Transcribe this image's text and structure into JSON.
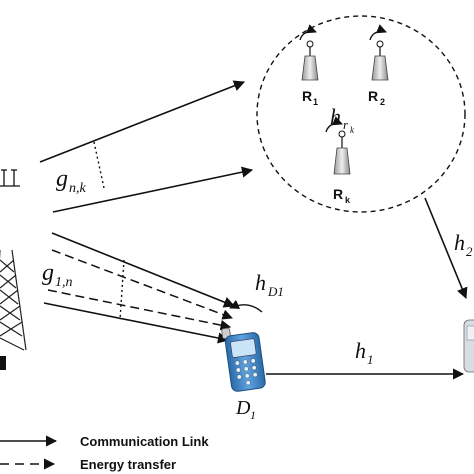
{
  "channel_labels": {
    "g_nk": {
      "main": "g",
      "sub": "n,k"
    },
    "g_1n": {
      "main": "g",
      "sub": "1,n"
    },
    "h_rk": {
      "main": "h",
      "sub": "r",
      "subsub": "k"
    },
    "h_D1": {
      "main": "h",
      "sub": "D1"
    },
    "h_1": {
      "main": "h",
      "sub": "1"
    },
    "h_2": {
      "main": "h",
      "sub": "2"
    }
  },
  "relays": [
    {
      "name": "R",
      "sub": "1"
    },
    {
      "name": "R",
      "sub": "2"
    },
    {
      "name": "R",
      "sub": "k"
    }
  ],
  "device": {
    "main": "D",
    "sub": "1"
  },
  "legend": [
    {
      "label": "Communication Link",
      "style": "solid"
    },
    {
      "label": "Energy transfer",
      "style": "dashed"
    }
  ],
  "colors": {
    "line": "#111111",
    "phone_body": "#3a7fc4",
    "phone_screen": "#c9e4f7",
    "relay_body": "#d8d8d8"
  }
}
